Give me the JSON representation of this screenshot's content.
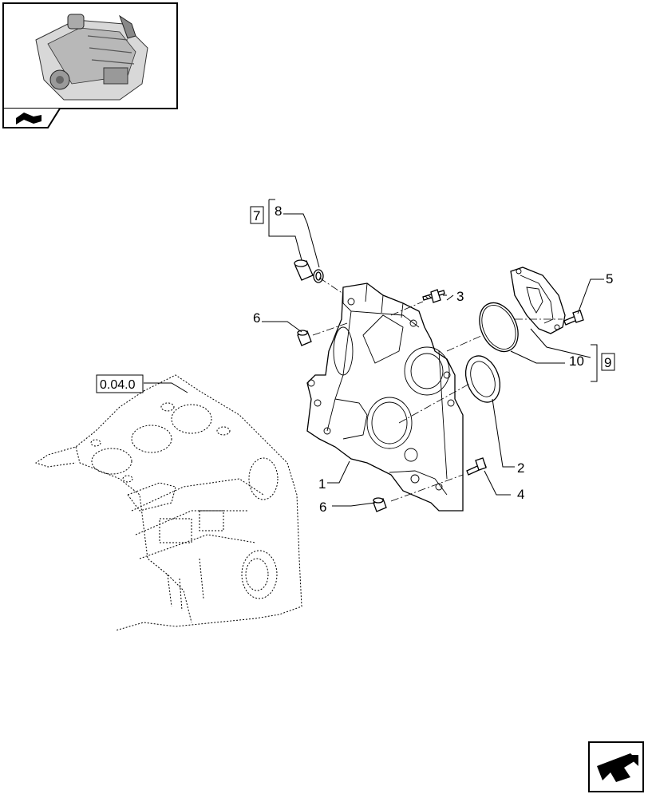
{
  "thumbnail": {
    "icon": "engine-thumbnail-icon",
    "nav_icon": "book-nav-icon"
  },
  "reference_label": "0.04.0",
  "callouts": {
    "c1": "1",
    "c2": "2",
    "c3": "3",
    "c4": "4",
    "c5": "5",
    "c6a": "6",
    "c6b": "6",
    "c7": "7",
    "c8": "8",
    "c9": "9",
    "c10": "10"
  },
  "nav": {
    "next_icon": "arrow-next-icon"
  }
}
